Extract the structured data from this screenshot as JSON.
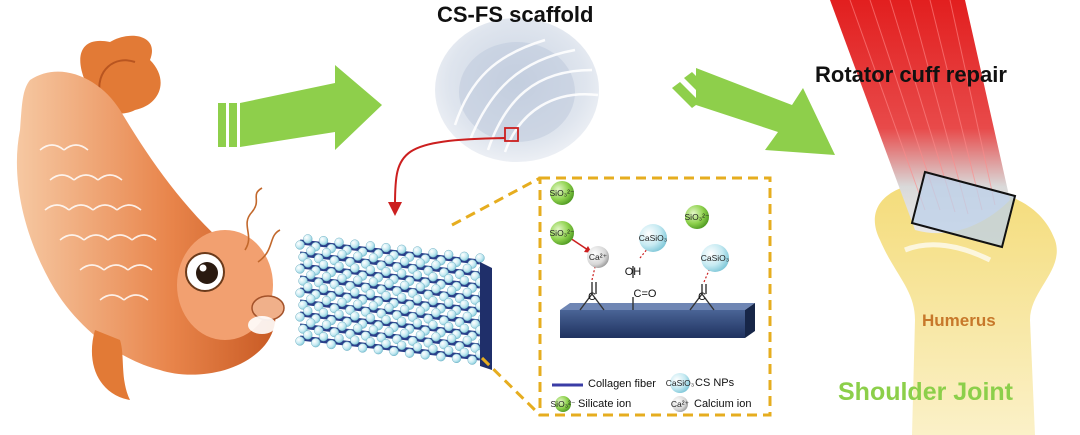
{
  "labels": {
    "scaffold": "CS-FS scaffold",
    "rotator": "Rotator cuff repair",
    "humerus": "Humerus",
    "joint": "Shoulder Joint"
  },
  "inset": {
    "ions": {
      "silicate": "SiO₃²⁻",
      "calcium": "Ca²⁺",
      "casio": "CaSiO₃"
    },
    "groups": {
      "oh": "OH",
      "c_o_left": "C",
      "c_o_mid": "C=O",
      "c_o_right": "C"
    },
    "legend": {
      "collagen": "Collagen fiber",
      "cs_nps": "CS NPs",
      "silicate": "Silicate ion",
      "calcium": "Calcium ion"
    }
  },
  "colors": {
    "arrow_green": "#8ecf4b",
    "muscle_red": "#e02424",
    "bone_yellow": "#f6e49a",
    "inset_border": "#e6ad1f",
    "fiber_blue": "#2a3f8a",
    "link_red": "#cc1f1f"
  }
}
